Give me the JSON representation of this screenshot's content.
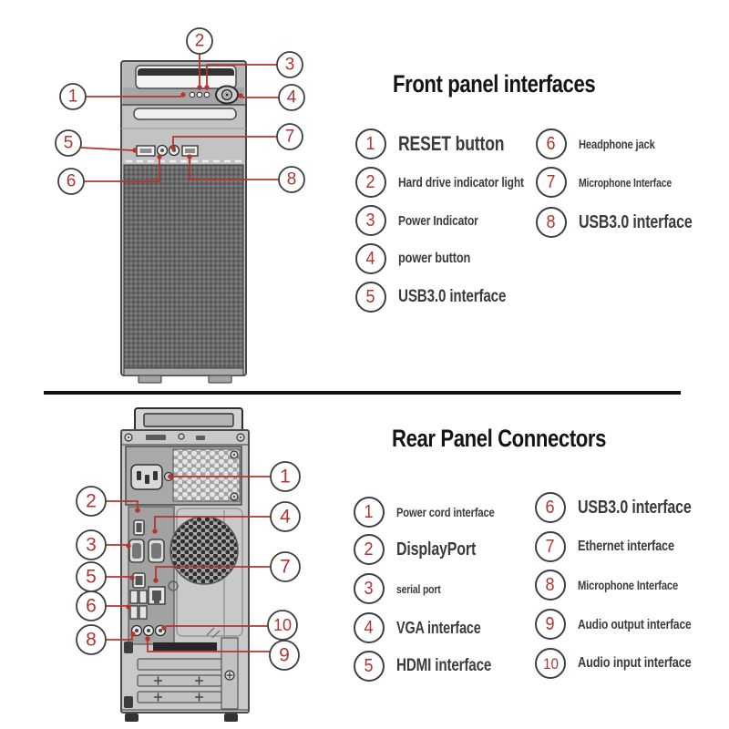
{
  "colors": {
    "accent_red": "#b5352e",
    "callout_border": "#3f3f3f",
    "label_text": "#3b3b3b",
    "title_text": "#141414",
    "divider": "#111111"
  },
  "front": {
    "title": "Front panel interfaces",
    "callouts": [
      "1",
      "2",
      "3",
      "4",
      "5",
      "6",
      "7",
      "8"
    ],
    "legend": {
      "left": [
        {
          "num": "1",
          "label": "RESET button"
        },
        {
          "num": "2",
          "label": "Hard drive indicator light"
        },
        {
          "num": "3",
          "label": "Power Indicator"
        },
        {
          "num": "4",
          "label": "power button"
        },
        {
          "num": "5",
          "label": "USB3.0 interface"
        }
      ],
      "right": [
        {
          "num": "6",
          "label": "Headphone jack"
        },
        {
          "num": "7",
          "label": "Microphone Interface"
        },
        {
          "num": "8",
          "label": "USB3.0 interface"
        }
      ]
    }
  },
  "rear": {
    "title": "Rear Panel Connectors",
    "callouts": [
      "1",
      "2",
      "3",
      "4",
      "5",
      "6",
      "7",
      "8",
      "9",
      "10"
    ],
    "legend": {
      "left": [
        {
          "num": "1",
          "label": "Power cord interface"
        },
        {
          "num": "2",
          "label": "DisplayPort"
        },
        {
          "num": "3",
          "label": "serial port"
        },
        {
          "num": "4",
          "label": "VGA interface"
        },
        {
          "num": "5",
          "label": "HDMI interface"
        }
      ],
      "right": [
        {
          "num": "6",
          "label": "USB3.0 interface"
        },
        {
          "num": "7",
          "label": "Ethernet interface"
        },
        {
          "num": "8",
          "label": "Microphone Interface"
        },
        {
          "num": "9",
          "label": "Audio output interface"
        },
        {
          "num": "10",
          "label": "Audio input interface"
        }
      ]
    }
  }
}
